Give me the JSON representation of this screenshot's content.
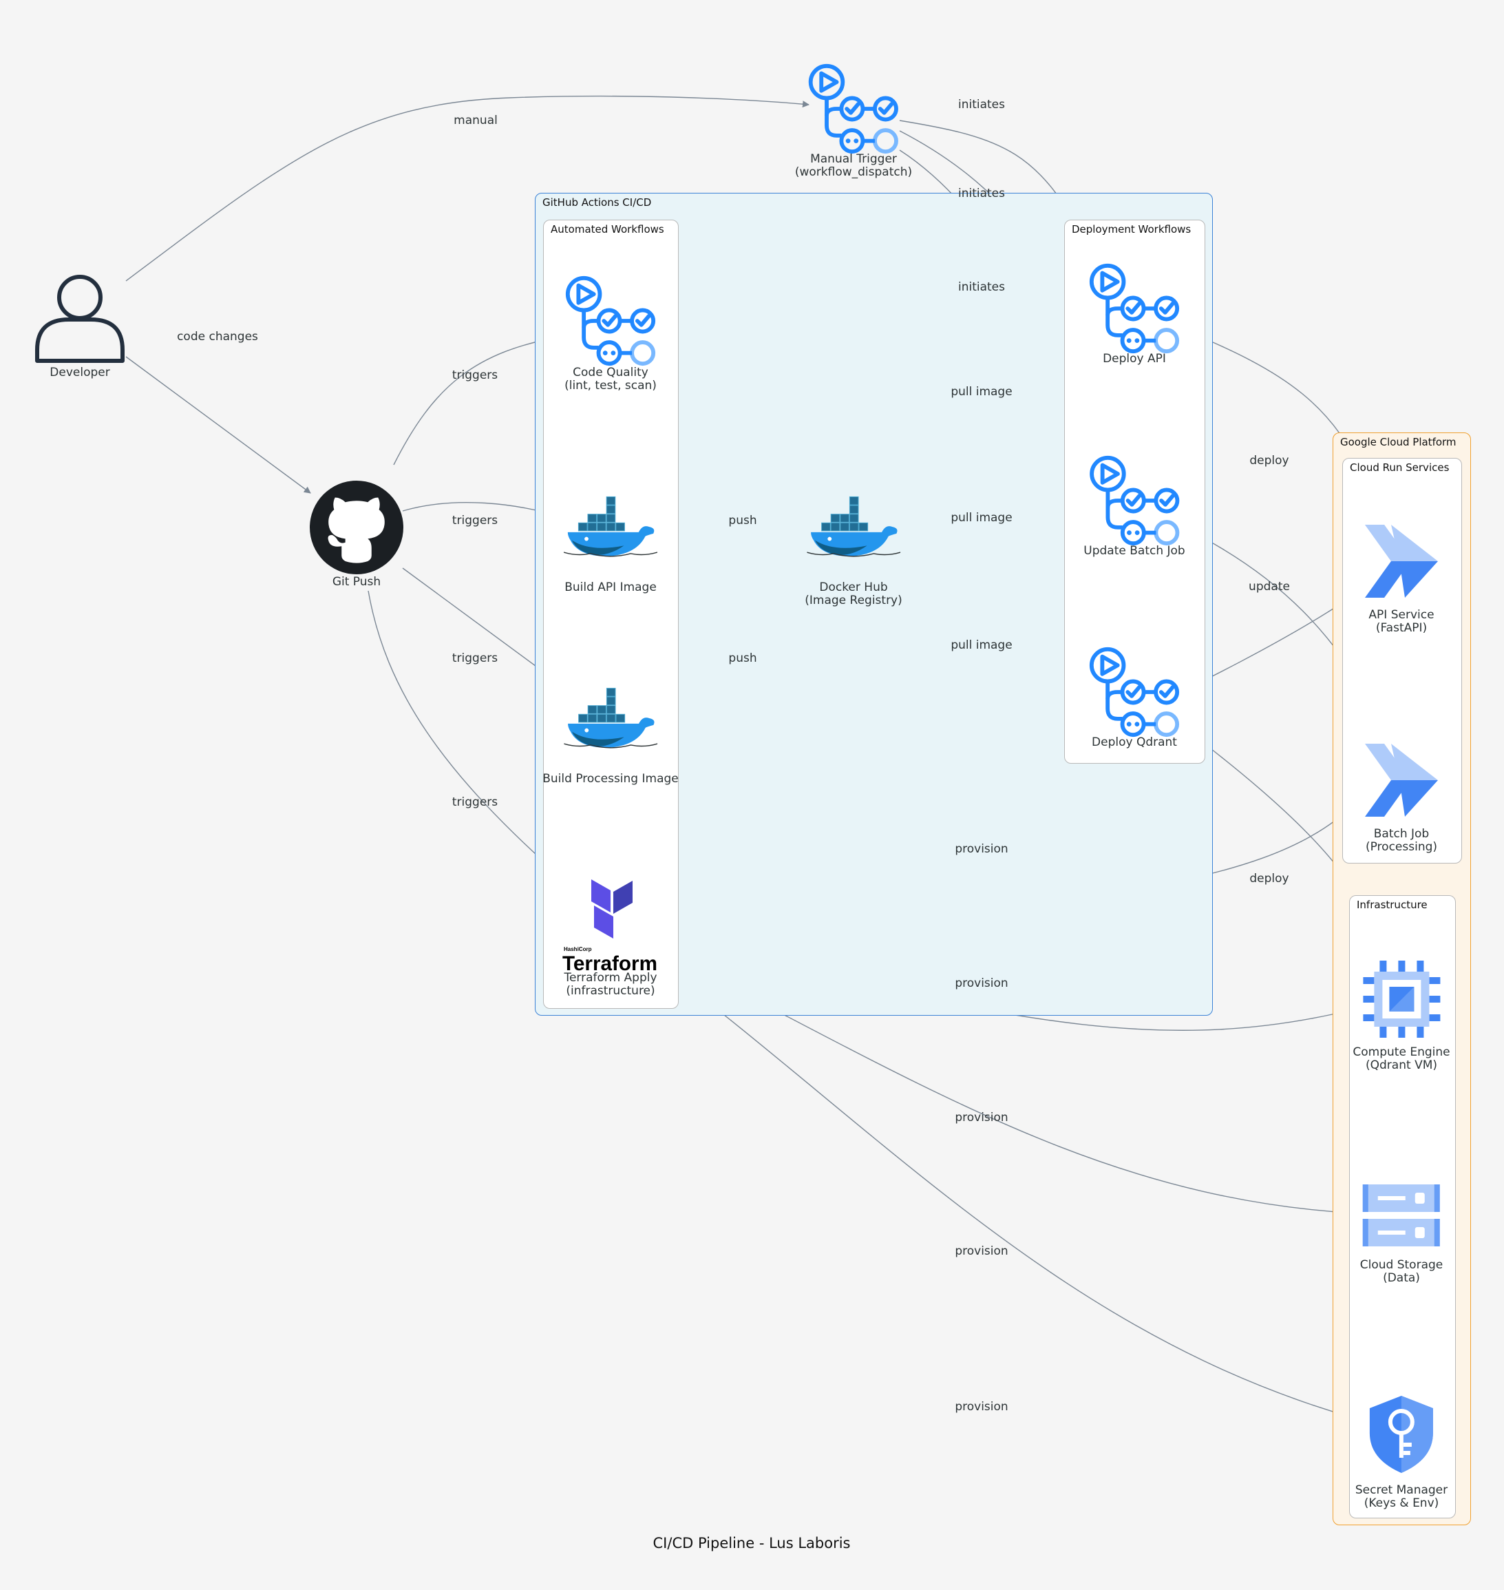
{
  "diagram_title": "CI/CD Pipeline - Lus Laboris",
  "clusters": {
    "github": "GitHub Actions CI/CD",
    "automated": "Automated Workflows",
    "deployment": "Deployment Workflows",
    "gcp": "Google Cloud Platform",
    "cloud_run": "Cloud Run Services",
    "infrastructure": "Infrastructure"
  },
  "nodes": {
    "developer": "Developer",
    "git_push": "Git Push",
    "manual_trigger": "Manual Trigger\n(workflow_dispatch)",
    "code_quality": "Code Quality\n(lint, test, scan)",
    "build_api": "Build API Image",
    "build_processing": "Build Processing Image",
    "terraform": "Terraform Apply\n(infrastructure)",
    "docker_hub": "Docker Hub\n(Image Registry)",
    "deploy_api": "Deploy API",
    "update_batch": "Update Batch Job",
    "deploy_qdrant": "Deploy Qdrant",
    "api_service": "API Service\n(FastAPI)",
    "batch_job": "Batch Job\n(Processing)",
    "compute_engine": "Compute Engine\n(Qdrant VM)",
    "cloud_storage": "Cloud Storage\n(Data)",
    "secret_manager": "Secret Manager\n(Keys & Env)"
  },
  "edges": [
    {
      "from": "developer",
      "to": "manual_trigger",
      "label": "manual"
    },
    {
      "from": "developer",
      "to": "git_push",
      "label": "code changes"
    },
    {
      "from": "git_push",
      "to": "code_quality",
      "label": "triggers"
    },
    {
      "from": "git_push",
      "to": "build_api",
      "label": "triggers"
    },
    {
      "from": "git_push",
      "to": "build_processing",
      "label": "triggers"
    },
    {
      "from": "git_push",
      "to": "terraform",
      "label": "triggers"
    },
    {
      "from": "manual_trigger",
      "to": "deploy_api",
      "label": "initiates"
    },
    {
      "from": "manual_trigger",
      "to": "update_batch",
      "label": "initiates"
    },
    {
      "from": "manual_trigger",
      "to": "deploy_qdrant",
      "label": "initiates"
    },
    {
      "from": "build_api",
      "to": "docker_hub",
      "label": "push"
    },
    {
      "from": "build_processing",
      "to": "docker_hub",
      "label": "push"
    },
    {
      "from": "docker_hub",
      "to": "deploy_api",
      "label": "pull image"
    },
    {
      "from": "docker_hub",
      "to": "update_batch",
      "label": "pull image"
    },
    {
      "from": "docker_hub",
      "to": "deploy_qdrant",
      "label": "pull image"
    },
    {
      "from": "deploy_api",
      "to": "api_service",
      "label": "deploy"
    },
    {
      "from": "update_batch",
      "to": "batch_job",
      "label": "update"
    },
    {
      "from": "deploy_qdrant",
      "to": "compute_engine",
      "label": "deploy"
    },
    {
      "from": "terraform",
      "to": "api_service",
      "label": "provision"
    },
    {
      "from": "terraform",
      "to": "batch_job",
      "label": "provision"
    },
    {
      "from": "terraform",
      "to": "compute_engine",
      "label": "provision"
    },
    {
      "from": "terraform",
      "to": "cloud_storage",
      "label": "provision"
    },
    {
      "from": "terraform",
      "to": "secret_manager",
      "label": "provision"
    }
  ],
  "colors": {
    "background": "#f5f5f5",
    "edge": "#7b8794",
    "github_cluster_fill": "#e8f4f8",
    "github_cluster_border": "#3b82d6",
    "gcp_cluster_fill": "#fdf4e7",
    "gcp_cluster_border": "#f0a030",
    "actions_blue": "#2188ff",
    "docker_blue": "#2496ed",
    "terraform_purple": "#5c4ee5",
    "gcp_blue": "#4285f4"
  }
}
